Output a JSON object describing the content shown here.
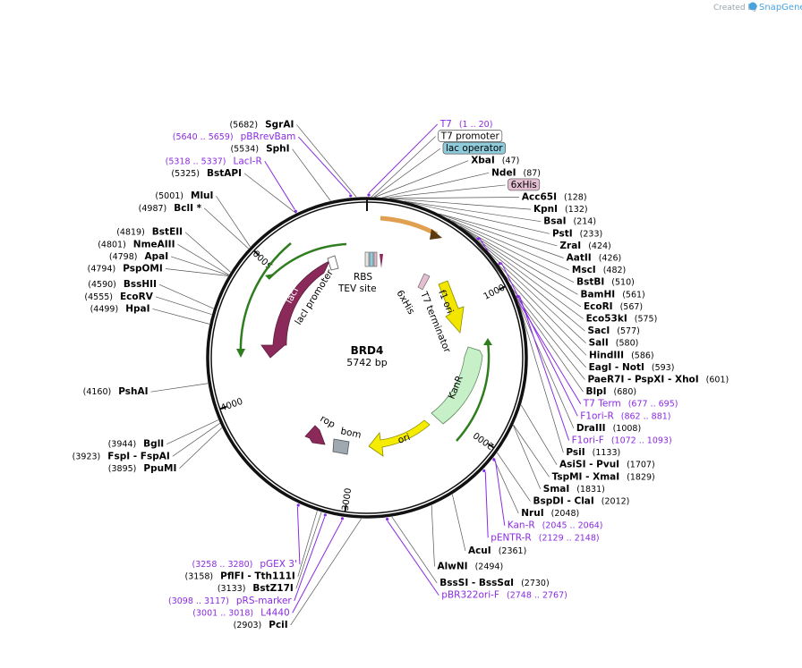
{
  "brand": {
    "created_by": "Created by",
    "name": "SnapGene"
  },
  "map": {
    "name": "BRD4",
    "length_label": "5742 bp",
    "length": 5742
  },
  "ticks": [
    {
      "pos": 1000,
      "label": "1000"
    },
    {
      "pos": 2000,
      "label": "2000"
    },
    {
      "pos": 3000,
      "label": "3000"
    },
    {
      "pos": 4000,
      "label": "4000"
    },
    {
      "pos": 5000,
      "label": "5000"
    }
  ],
  "labels": [
    {
      "kind": "enz",
      "name": "SgrAI",
      "pos": "(5682)",
      "site": 5682,
      "side": "L"
    },
    {
      "kind": "feat",
      "name": "pBRrevBam",
      "pos": "(5640 .. 5659)",
      "site": 5650,
      "side": "L"
    },
    {
      "kind": "enz",
      "name": "SphI",
      "pos": "(5534)",
      "site": 5534,
      "side": "L"
    },
    {
      "kind": "enz",
      "name": "BstAPI",
      "pos": "(5325)",
      "site": 5325,
      "side": "L"
    },
    {
      "kind": "feat",
      "name": "LacI-R",
      "pos": "(5318 .. 5337)",
      "site": 5328,
      "side": "L"
    },
    {
      "kind": "enz",
      "name": "MluI",
      "pos": "(5001)",
      "site": 5001,
      "side": "L"
    },
    {
      "kind": "enz",
      "name": "BclI *",
      "pos": "(4987)",
      "site": 4987,
      "side": "L"
    },
    {
      "kind": "enz",
      "name": "BstEII",
      "pos": "(4819)",
      "site": 4819,
      "side": "L"
    },
    {
      "kind": "enz",
      "name": "NmeAIII",
      "pos": "(4801)",
      "site": 4801,
      "side": "L"
    },
    {
      "kind": "enz",
      "name": "ApaI",
      "pos": "(4798)",
      "site": 4798,
      "side": "L"
    },
    {
      "kind": "enz",
      "name": "PspOMI",
      "pos": "(4794)",
      "site": 4794,
      "side": "L"
    },
    {
      "kind": "enz",
      "name": "BssHII",
      "pos": "(4590)",
      "site": 4590,
      "side": "L"
    },
    {
      "kind": "enz",
      "name": "EcoRV",
      "pos": "(4555)",
      "site": 4555,
      "side": "L"
    },
    {
      "kind": "enz",
      "name": "HpaI",
      "pos": "(4499)",
      "site": 4499,
      "side": "L"
    },
    {
      "kind": "enz",
      "name": "PshAI",
      "pos": "(4160)",
      "site": 4160,
      "side": "L"
    },
    {
      "kind": "enz",
      "name": "BglI",
      "pos": "(3944)",
      "site": 3944,
      "side": "L"
    },
    {
      "kind": "enz",
      "name": "FspI   - FspAI",
      "pos": "(3923)",
      "site": 3923,
      "side": "L"
    },
    {
      "kind": "enz",
      "name": "PpuMI",
      "pos": "(3895)",
      "site": 3895,
      "side": "L"
    },
    {
      "kind": "feat",
      "name": "pGEX 3'",
      "pos": "(3258 .. 3280)",
      "site": 3269,
      "side": "L"
    },
    {
      "kind": "enz",
      "name": "PflFI   - Tth111I",
      "pos": "(3158)",
      "site": 3158,
      "side": "L"
    },
    {
      "kind": "enz",
      "name": "BstZ17I",
      "pos": "(3133)",
      "site": 3133,
      "side": "L"
    },
    {
      "kind": "feat",
      "name": "pRS-marker",
      "pos": "(3098 .. 3117)",
      "site": 3108,
      "side": "L"
    },
    {
      "kind": "feat",
      "name": "L4440",
      "pos": "(3001 .. 3018)",
      "site": 3010,
      "side": "L"
    },
    {
      "kind": "enz",
      "name": "PciI",
      "pos": "(2903)",
      "site": 2903,
      "side": "L"
    },
    {
      "kind": "feat",
      "name": "T7",
      "pos": "(1 .. 20)",
      "site": 10,
      "side": "R"
    },
    {
      "kind": "box",
      "name": "T7 promoter",
      "site": 25,
      "side": "R",
      "fill": "#ffffff"
    },
    {
      "kind": "box",
      "name": "lac operator",
      "site": 40,
      "side": "R",
      "fill": "#8ecbdb"
    },
    {
      "kind": "enz",
      "name": "XbaI",
      "pos": "(47)",
      "site": 47,
      "side": "R"
    },
    {
      "kind": "enz",
      "name": "NdeI",
      "pos": "(87)",
      "site": 87,
      "side": "R"
    },
    {
      "kind": "box",
      "name": "6xHis",
      "site": 100,
      "side": "R",
      "fill": "#e4bfd1"
    },
    {
      "kind": "enz",
      "name": "Acc65I",
      "pos": "(128)",
      "site": 128,
      "side": "R"
    },
    {
      "kind": "enz",
      "name": "KpnI",
      "pos": "(132)",
      "site": 132,
      "side": "R"
    },
    {
      "kind": "enz",
      "name": "BsaI",
      "pos": "(214)",
      "site": 214,
      "side": "R"
    },
    {
      "kind": "enz",
      "name": "PstI",
      "pos": "(233)",
      "site": 233,
      "side": "R"
    },
    {
      "kind": "enz",
      "name": "ZraI",
      "pos": "(424)",
      "site": 424,
      "side": "R"
    },
    {
      "kind": "enz",
      "name": "AatII",
      "pos": "(426)",
      "site": 426,
      "side": "R"
    },
    {
      "kind": "enz",
      "name": "MscI",
      "pos": "(482)",
      "site": 482,
      "side": "R"
    },
    {
      "kind": "enz",
      "name": "BstBI",
      "pos": "(510)",
      "site": 510,
      "side": "R"
    },
    {
      "kind": "enz",
      "name": "BamHI",
      "pos": "(561)",
      "site": 561,
      "side": "R"
    },
    {
      "kind": "enz",
      "name": "EcoRI",
      "pos": "(567)",
      "site": 567,
      "side": "R"
    },
    {
      "kind": "enz",
      "name": "Eco53kI",
      "pos": "(575)",
      "site": 575,
      "side": "R"
    },
    {
      "kind": "enz",
      "name": "SacI",
      "pos": "(577)",
      "site": 577,
      "side": "R"
    },
    {
      "kind": "enz",
      "name": "SalI",
      "pos": "(580)",
      "site": 580,
      "side": "R"
    },
    {
      "kind": "enz",
      "name": "HindIII",
      "pos": "(586)",
      "site": 586,
      "side": "R"
    },
    {
      "kind": "enz",
      "name": "EagI   - NotI",
      "pos": "(593)",
      "site": 593,
      "side": "R"
    },
    {
      "kind": "enz",
      "name": "PaeR7I   - PspXI   - XhoI",
      "pos": "(601)",
      "site": 601,
      "side": "R"
    },
    {
      "kind": "enz",
      "name": "BlpI",
      "pos": "(680)",
      "site": 680,
      "side": "R"
    },
    {
      "kind": "feat",
      "name": "T7 Term",
      "pos": "(677 .. 695)",
      "site": 686,
      "side": "R"
    },
    {
      "kind": "feat",
      "name": "F1ori-R",
      "pos": "(862 .. 881)",
      "site": 871,
      "side": "R"
    },
    {
      "kind": "enz",
      "name": "DraIII",
      "pos": "(1008)",
      "site": 1008,
      "side": "R"
    },
    {
      "kind": "feat",
      "name": "F1ori-F",
      "pos": "(1072 .. 1093)",
      "site": 1082,
      "side": "R"
    },
    {
      "kind": "enz",
      "name": "PsiI",
      "pos": "(1133)",
      "site": 1133,
      "side": "R"
    },
    {
      "kind": "enz",
      "name": "AsiSI   - PvuI",
      "pos": "(1707)",
      "site": 1707,
      "side": "R"
    },
    {
      "kind": "enz",
      "name": "TspMI   - XmaI",
      "pos": "(1829)",
      "site": 1829,
      "side": "R"
    },
    {
      "kind": "enz",
      "name": "SmaI",
      "pos": "(1831)",
      "site": 1831,
      "side": "R"
    },
    {
      "kind": "enz",
      "name": "BspDI   - ClaI",
      "pos": "(2012)",
      "site": 2012,
      "side": "R"
    },
    {
      "kind": "feat",
      "name": "Kan-R",
      "pos": "(2045 .. 2064)",
      "site": 2054,
      "side": "R"
    },
    {
      "kind": "enz",
      "name": "NruI",
      "pos": "(2048)",
      "site": 2048,
      "side": "R"
    },
    {
      "kind": "feat",
      "name": "pENTR-R",
      "pos": "(2129 .. 2148)",
      "site": 2138,
      "side": "R"
    },
    {
      "kind": "enz",
      "name": "AcuI",
      "pos": "(2361)",
      "site": 2361,
      "side": "R"
    },
    {
      "kind": "enz",
      "name": "AlwNI",
      "pos": "(2494)",
      "site": 2494,
      "side": "R"
    },
    {
      "kind": "enz",
      "name": "BssSI   - BssSαI",
      "pos": "(2730)",
      "site": 2730,
      "side": "R"
    },
    {
      "kind": "feat",
      "name": "pBR322ori-F",
      "pos": "(2748 .. 2767)",
      "site": 2757,
      "side": "R"
    }
  ],
  "features": {
    "lacI": "lacI",
    "lacI_promoter": "lacI promoter",
    "rbs": "RBS",
    "tev": "TEV site",
    "his": "6xHis",
    "t7term": "T7 terminator",
    "f1ori": "f1 ori",
    "kanr": "KanR",
    "ori": "ori",
    "rop": "rop",
    "bom": "bom"
  },
  "colors": {
    "enzyme_line": "#555555",
    "feature_line": "#8a2be2",
    "lacI": "#8b2a5a",
    "primer_arrow": "#2f7d1e",
    "f1ori": "#f2e600",
    "kanr": "#c8f0c8",
    "ori": "#f5ec00",
    "rop": "#8b2a5a",
    "bom": "#a0a8b0",
    "orf_top": "#e0a050"
  }
}
